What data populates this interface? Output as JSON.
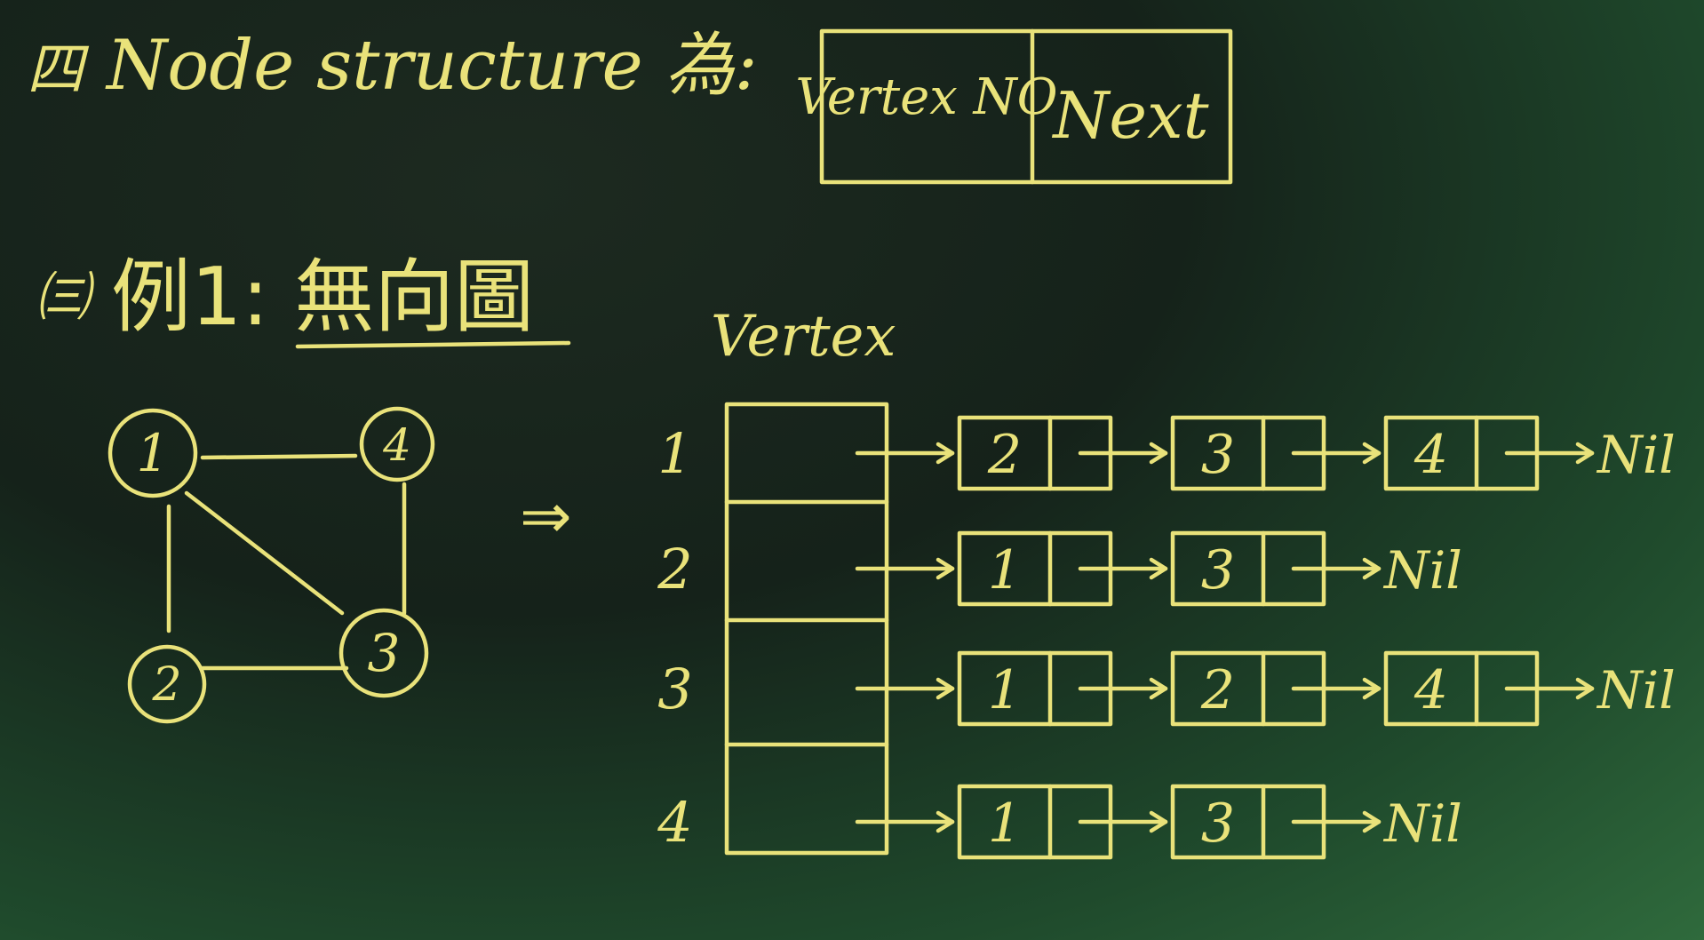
{
  "header": {
    "marker": "四",
    "text": "Node structure 為:",
    "node_fields": [
      "Vertex NO",
      "Next"
    ]
  },
  "example": {
    "marker": "㈢",
    "title": "例1: 無向圖"
  },
  "graph": {
    "nodes": [
      "1",
      "2",
      "3",
      "4"
    ],
    "edges": [
      [
        "1",
        "4"
      ],
      [
        "1",
        "2"
      ],
      [
        "1",
        "3"
      ],
      [
        "2",
        "3"
      ],
      [
        "3",
        "4"
      ]
    ]
  },
  "arrow_symbol": "⇒",
  "vertex_label": "Vertex",
  "nil_label": "Nil",
  "adjacency_list": [
    {
      "vertex": "1",
      "neighbors": [
        "2",
        "3",
        "4"
      ]
    },
    {
      "vertex": "2",
      "neighbors": [
        "1",
        "3"
      ]
    },
    {
      "vertex": "3",
      "neighbors": [
        "1",
        "2",
        "4"
      ]
    },
    {
      "vertex": "4",
      "neighbors": [
        "1",
        "3"
      ]
    }
  ],
  "colors": {
    "chalk": "#e9e27a",
    "board": "#1f4a2c"
  }
}
